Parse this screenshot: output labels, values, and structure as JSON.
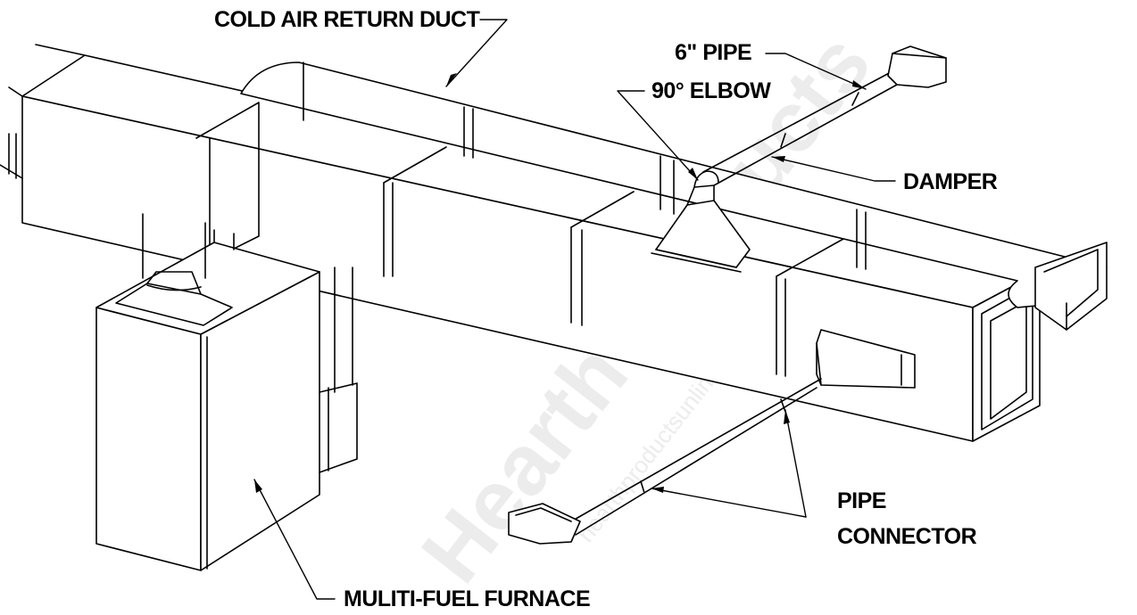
{
  "labels": {
    "cold_air_return_duct": "COLD AIR RETURN DUCT",
    "six_inch_pipe": "6\" PIPE",
    "ninety_elbow": "90° ELBOW",
    "damper": "DAMPER",
    "pipe_connector_line1": "PIPE",
    "pipe_connector_line2": "CONNECTOR",
    "furnace": "MULITI-FUEL FURNACE"
  },
  "watermark": {
    "brand": "Hearth Products",
    "site": "hearthproductsunlimited.com"
  },
  "colors": {
    "line": "#000000",
    "background": "#ffffff",
    "watermark": "#e6e6e6"
  }
}
